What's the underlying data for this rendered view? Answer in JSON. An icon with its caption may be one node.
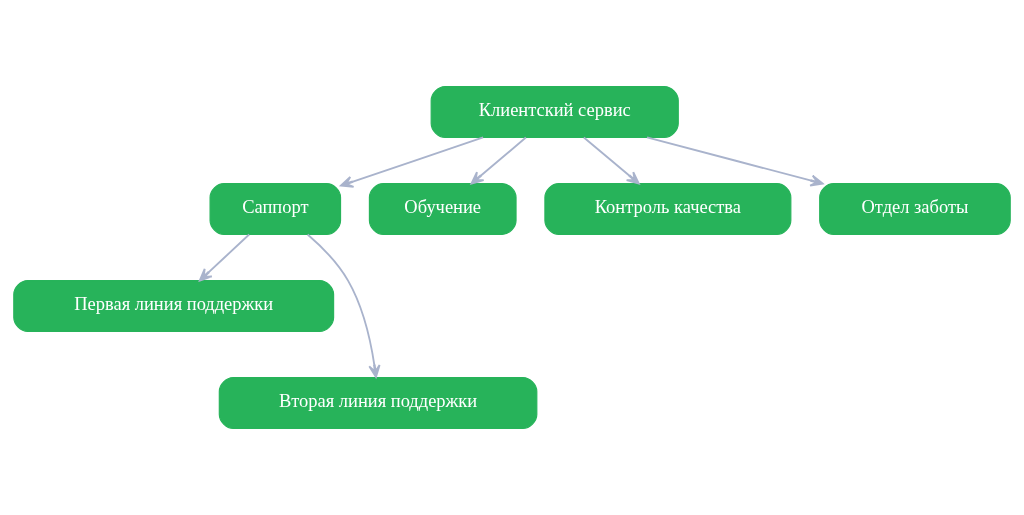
{
  "diagram": {
    "nodes": [
      {
        "text": [
          "Клиентский сервис"
        ]
      },
      {
        "text": [
          "Саппорт"
        ]
      },
      {
        "text": [
          "Обучение"
        ]
      },
      {
        "text": [
          "Контроль качества"
        ]
      },
      {
        "text": [
          "Отдел заботы"
        ]
      },
      {
        "text": [
          "Первая линия поддержки"
        ]
      },
      {
        "text": [
          "Вторая линия поддержки"
        ]
      }
    ],
    "edges": [
      {
        "from": 0,
        "to": 1,
        "arrow": "to"
      },
      {
        "from": 0,
        "to": 2,
        "arrow": "to"
      },
      {
        "from": 0,
        "to": 3,
        "arrow": "to"
      },
      {
        "from": 0,
        "to": 4,
        "arrow": "to"
      },
      {
        "from": 1,
        "to": 5,
        "arrow": "to"
      },
      {
        "from": 1,
        "to": 6,
        "arrow": "to"
      }
    ]
  }
}
